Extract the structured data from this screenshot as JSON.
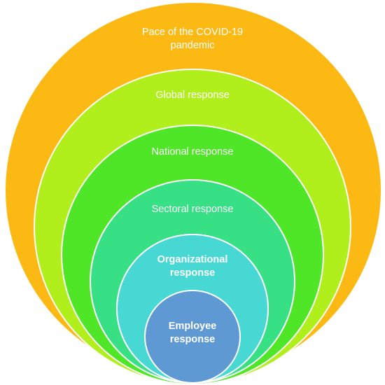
{
  "diagram": {
    "rings": [
      {
        "lines": [
          "Pace of the COVID-19",
          "pandemic"
        ],
        "color": "#fdb913",
        "bold": false
      },
      {
        "lines": [
          "Global response"
        ],
        "color": "#b1ef1c",
        "bold": false
      },
      {
        "lines": [
          "National response"
        ],
        "color": "#4fe627",
        "bold": false
      },
      {
        "lines": [
          "Sectoral response"
        ],
        "color": "#38e085",
        "bold": false
      },
      {
        "lines": [
          "Organizational",
          "response"
        ],
        "color": "#47d8d3",
        "bold": true
      },
      {
        "lines": [
          "Employee",
          "response"
        ],
        "color": "#5f99d3",
        "bold": true
      }
    ]
  }
}
